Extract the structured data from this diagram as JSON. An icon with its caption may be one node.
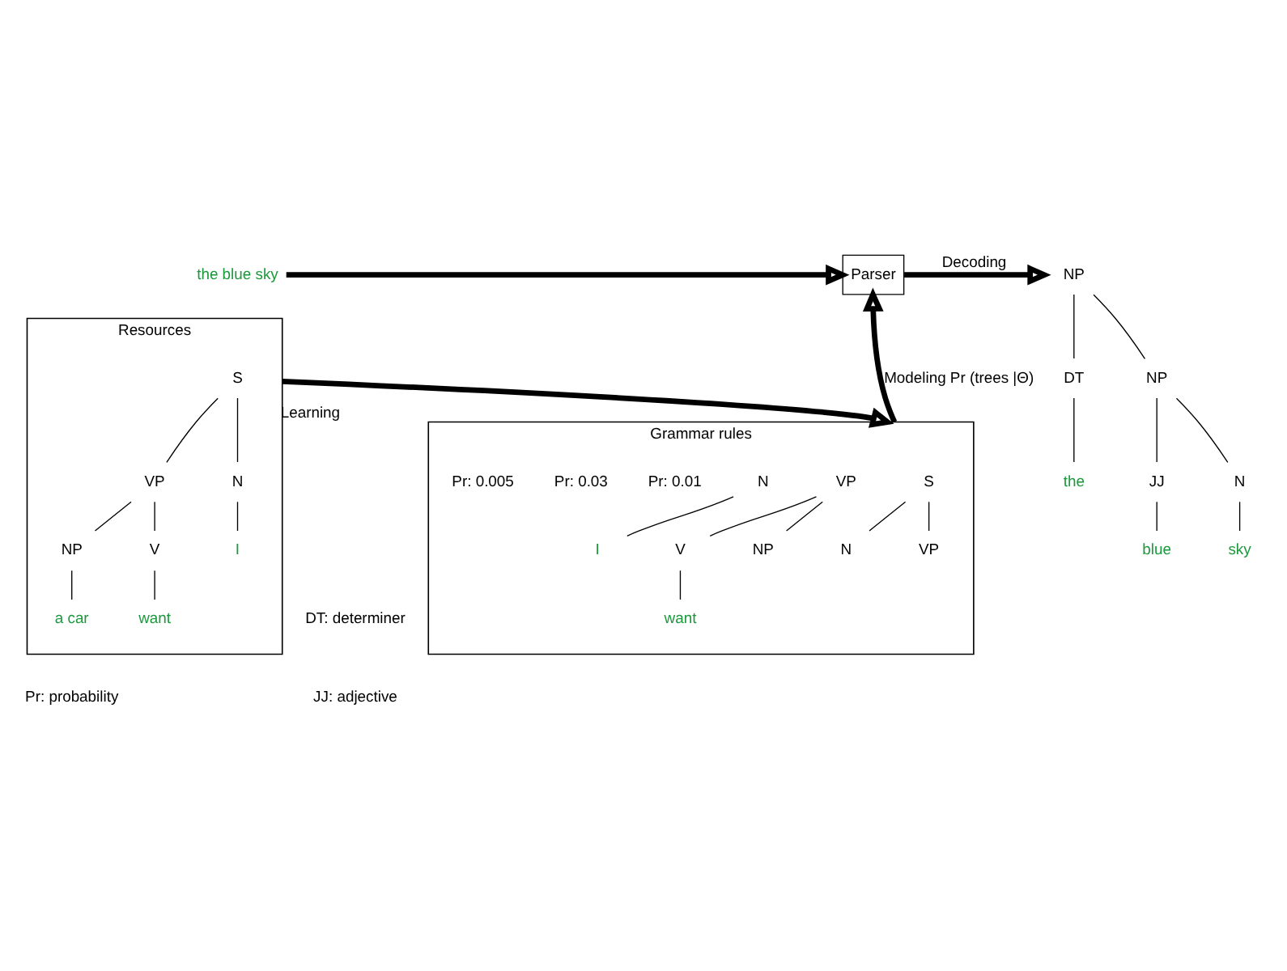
{
  "diagram": {
    "nodes": [
      {
        "text": [
          "the blue sky"
        ]
      },
      {
        "text": [
          "Parser"
        ]
      },
      {
        "text": [
          "NP"
        ]
      },
      {
        "text": [
          "DT"
        ]
      },
      {
        "text": [
          "NP"
        ]
      },
      {
        "text": [
          "JJ"
        ]
      },
      {
        "text": [
          "N"
        ]
      },
      {
        "text": [
          "the"
        ]
      },
      {
        "text": [
          "blue"
        ]
      },
      {
        "text": [
          "sky"
        ]
      },
      {
        "text": [
          "Resources"
        ]
      },
      {
        "text": [
          "S"
        ],
        "in": 10
      },
      {
        "text": [
          "N"
        ],
        "in": 10
      },
      {
        "text": [
          "VP"
        ],
        "in": 10
      },
      {
        "text": [
          "V"
        ],
        "in": 10
      },
      {
        "text": [
          "NP"
        ],
        "in": 10
      },
      {
        "text": [
          "I"
        ],
        "in": 10
      },
      {
        "text": [
          "want"
        ],
        "in": 10
      },
      {
        "text": [
          "a car"
        ],
        "in": 10
      },
      {
        "text": [
          "Grammar rules"
        ]
      },
      {
        "text": [
          "S"
        ],
        "in": 19
      },
      {
        "text": [
          "N"
        ],
        "in": 19
      },
      {
        "text": [
          "VP"
        ],
        "in": 19
      },
      {
        "text": [
          "VP"
        ],
        "in": 19
      },
      {
        "text": [
          "V"
        ],
        "in": 19
      },
      {
        "text": [
          "NP"
        ],
        "in": 19
      },
      {
        "text": [
          "want"
        ],
        "in": 19
      },
      {
        "text": [
          "N"
        ],
        "in": 19
      },
      {
        "text": [
          "I"
        ],
        "in": 19
      }
    ],
    "edges": [
      {
        "from": 0,
        "to": 1,
        "arrow": "to",
        "style": "thick"
      },
      {
        "from": 1,
        "to": 2,
        "arrow": "to",
        "style": "thick",
        "label": "Decoding"
      },
      {
        "from": 19,
        "to": 1,
        "arrow": "to",
        "style": "thick",
        "label": "Modeling Pr (trees |Θ)"
      },
      {
        "from": 10,
        "to": 19,
        "arrow": "to",
        "style": "thick",
        "label": "Learning"
      },
      {
        "from": 2,
        "to": 3,
        "arrow": "none"
      },
      {
        "from": 2,
        "to": 4,
        "arrow": "none"
      },
      {
        "from": 3,
        "to": 7,
        "arrow": "none"
      },
      {
        "from": 4,
        "to": 5,
        "arrow": "none"
      },
      {
        "from": 4,
        "to": 6,
        "arrow": "none"
      },
      {
        "from": 5,
        "to": 8,
        "arrow": "none"
      },
      {
        "from": 6,
        "to": 9,
        "arrow": "none"
      },
      {
        "from": 11,
        "to": 12,
        "arrow": "none"
      },
      {
        "from": 11,
        "to": 13,
        "arrow": "none"
      },
      {
        "from": 12,
        "to": 16,
        "arrow": "none"
      },
      {
        "from": 13,
        "to": 14,
        "arrow": "none"
      },
      {
        "from": 13,
        "to": 15,
        "arrow": "none"
      },
      {
        "from": 14,
        "to": 17,
        "arrow": "none"
      },
      {
        "from": 15,
        "to": 18,
        "arrow": "none"
      },
      {
        "from": 20,
        "to": 21,
        "arrow": "none"
      },
      {
        "from": 20,
        "to": 22,
        "arrow": "none"
      },
      {
        "from": 23,
        "to": 24,
        "arrow": "none"
      },
      {
        "from": 23,
        "to": 25,
        "arrow": "none"
      },
      {
        "from": 24,
        "to": 26,
        "arrow": "none"
      },
      {
        "from": 27,
        "to": 28,
        "arrow": "none"
      }
    ],
    "labels": [
      "Pr: 0.01",
      "Pr: 0.03",
      "Pr: 0.005",
      "DT: determiner",
      "Pr: probability",
      "JJ: adjective"
    ]
  }
}
